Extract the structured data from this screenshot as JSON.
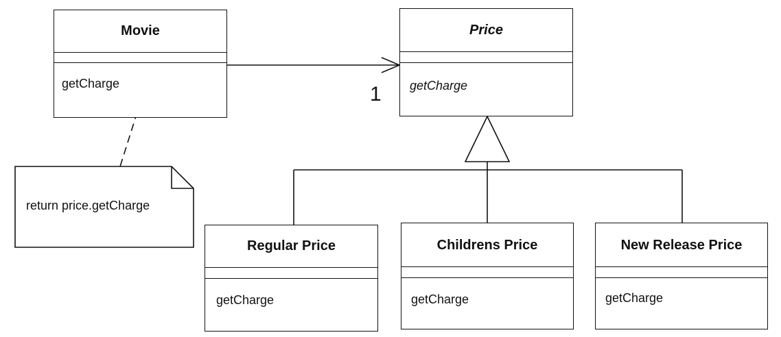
{
  "classes": {
    "movie": {
      "name": "Movie",
      "operation": "getCharge"
    },
    "price": {
      "name": "Price",
      "operation": "getCharge"
    },
    "regular_price": {
      "name": "Regular Price",
      "operation": "getCharge"
    },
    "childrens_price": {
      "name": "Childrens Price",
      "operation": "getCharge"
    },
    "new_release_price": {
      "name": "New Release Price",
      "operation": "getCharge"
    }
  },
  "association": {
    "multiplicity": "1"
  },
  "note": {
    "text": "return price.getCharge"
  }
}
